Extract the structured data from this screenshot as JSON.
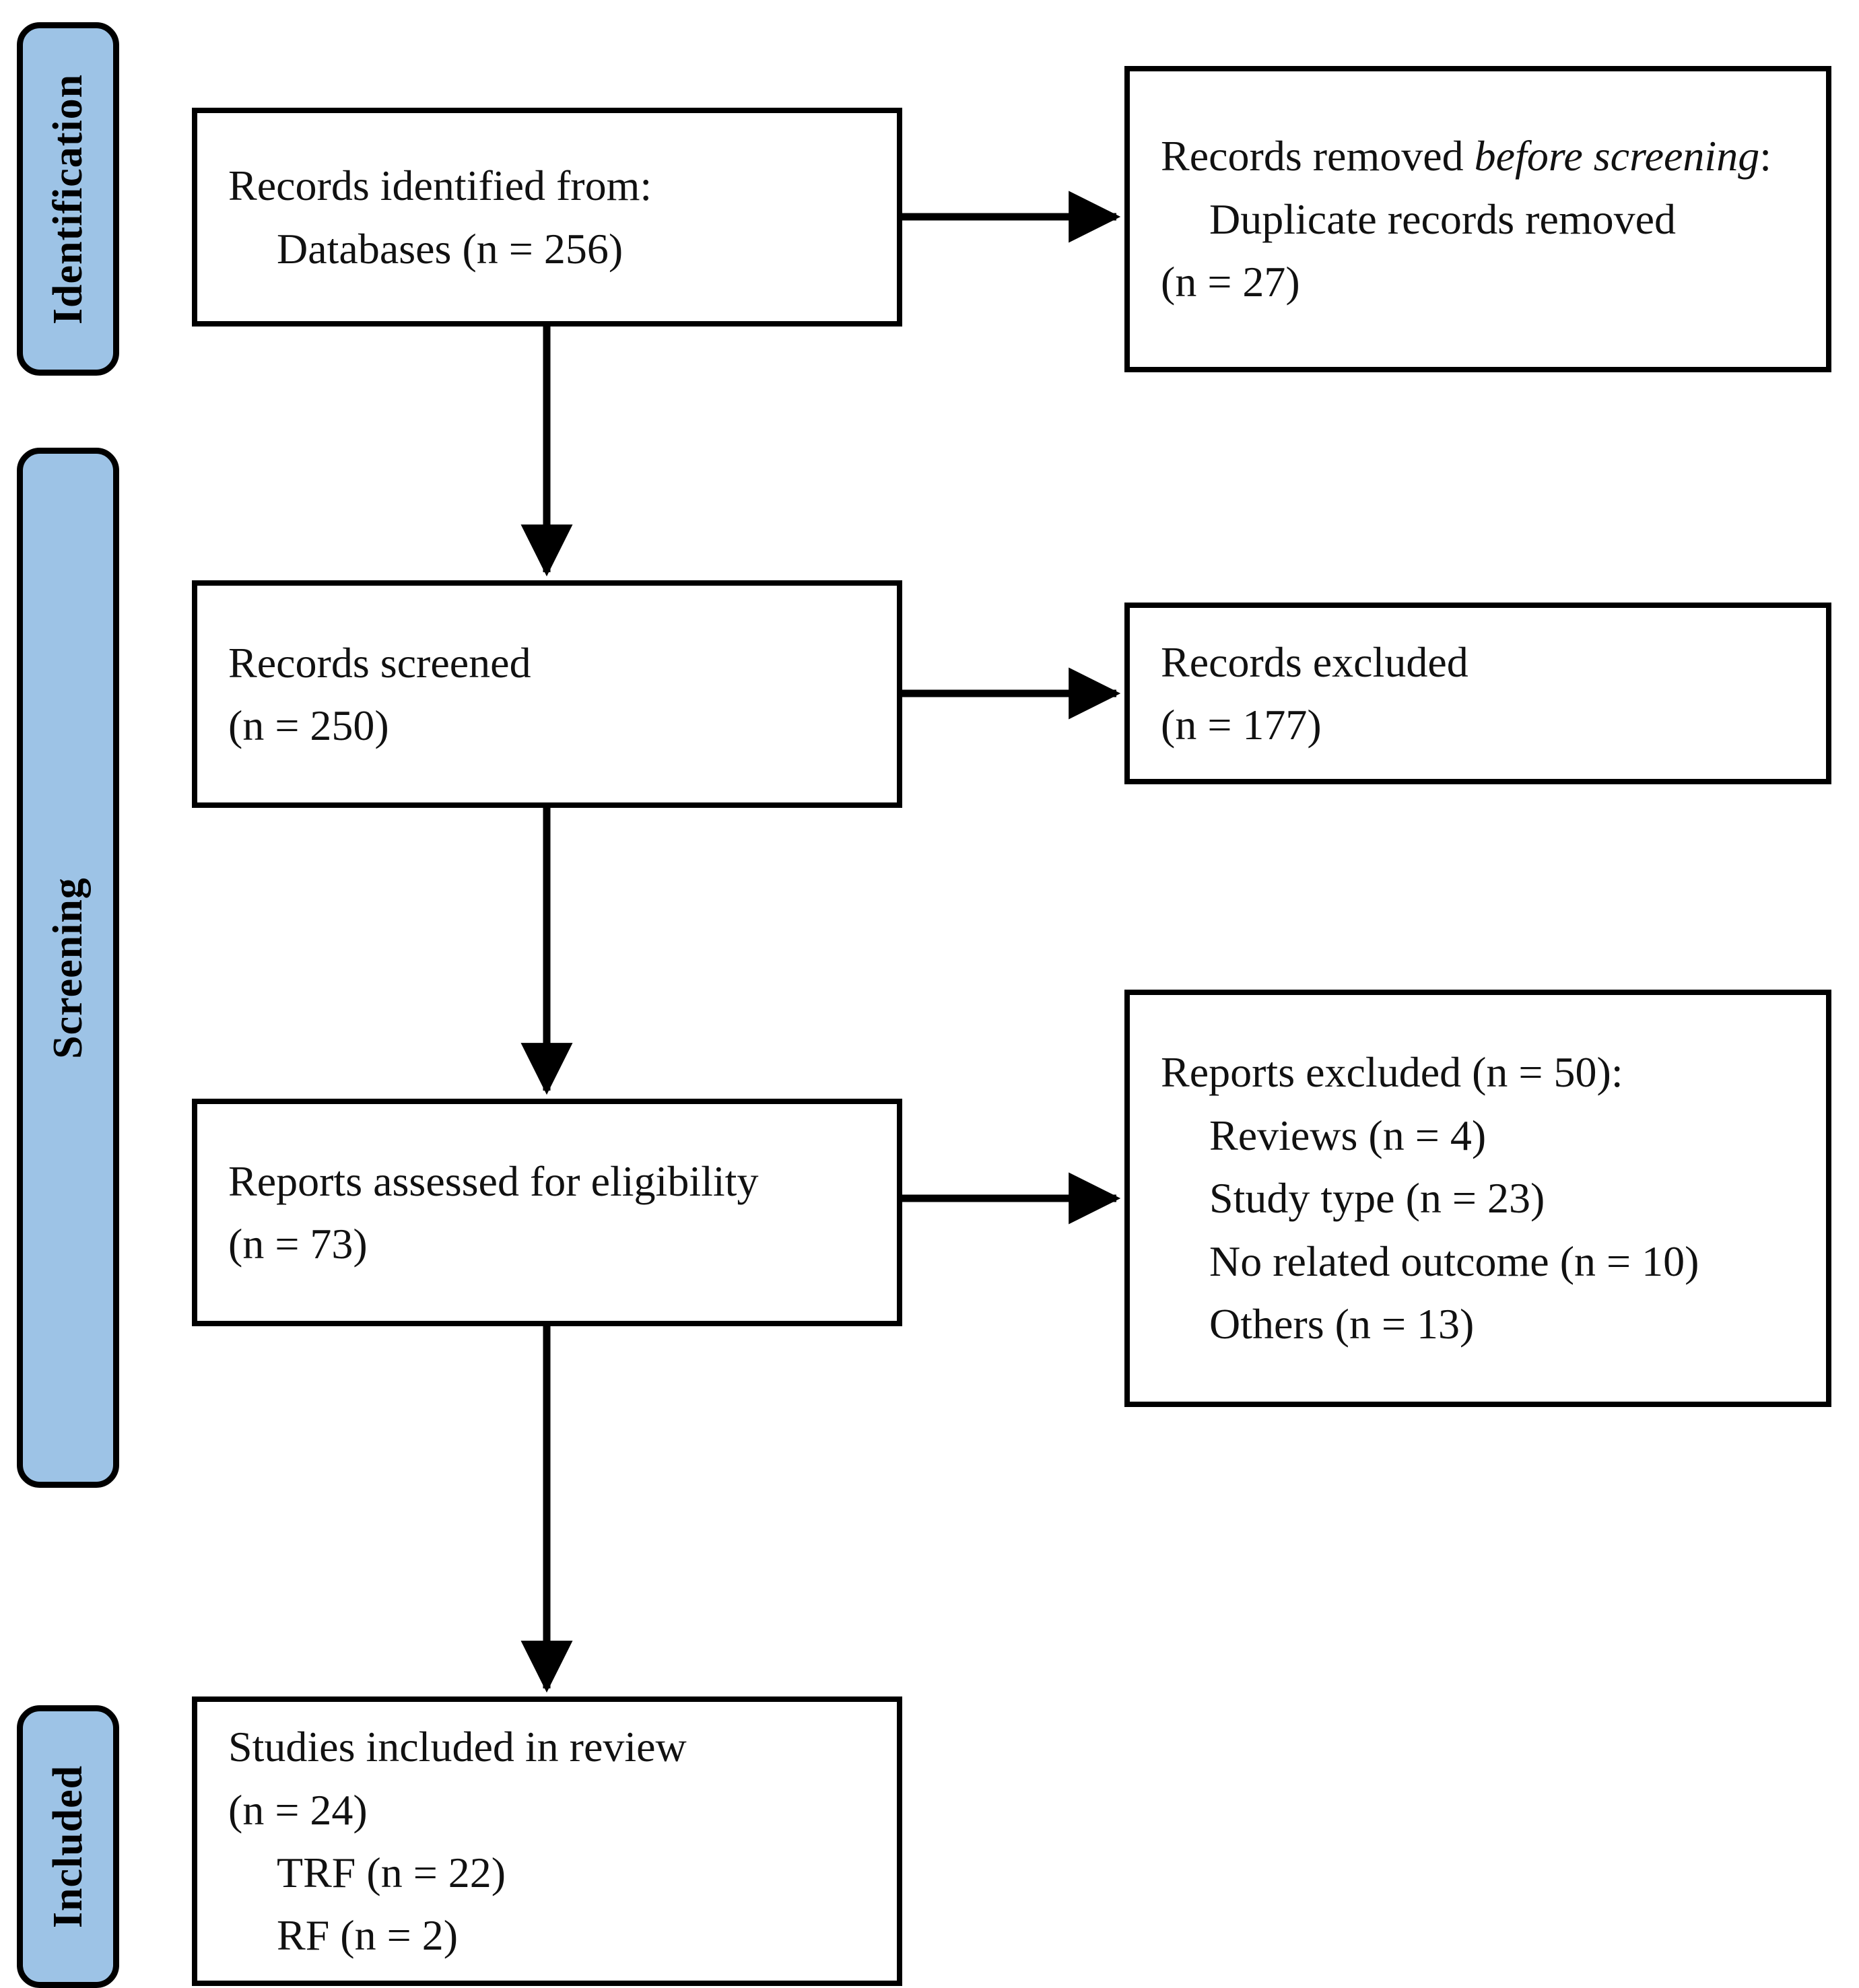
{
  "diagram": {
    "type": "prisma-flow-diagram",
    "colors": {
      "stage_band_fill": "#9DC3E6",
      "stroke": "#000000",
      "box_fill": "#FFFFFF"
    },
    "stages": [
      {
        "id": "identification",
        "label": "Identification"
      },
      {
        "id": "screening",
        "label": "Screening"
      },
      {
        "id": "included",
        "label": "Included"
      }
    ],
    "boxes": {
      "identified": {
        "lines": [
          {
            "text": "Records identified from:",
            "indent": 0
          },
          {
            "text": "Databases (n = 256)",
            "indent": 1
          }
        ]
      },
      "removed": {
        "lines": [
          {
            "text_before": "Records removed ",
            "text_italic": "before screening",
            "text_after": ":",
            "indent": 0
          },
          {
            "text": "Duplicate records removed",
            "indent": 1
          },
          {
            "text": "(n = 27)",
            "indent": 0
          }
        ]
      },
      "screened": {
        "lines": [
          {
            "text": "Records screened",
            "indent": 0
          },
          {
            "text": "(n = 250)",
            "indent": 0
          }
        ]
      },
      "excluded": {
        "lines": [
          {
            "text": "Records excluded",
            "indent": 0
          },
          {
            "text": "(n = 177)",
            "indent": 0
          }
        ]
      },
      "eligibility": {
        "lines": [
          {
            "text": "Reports assessed for eligibility",
            "indent": 0
          },
          {
            "text": "(n = 73)",
            "indent": 0
          }
        ]
      },
      "reports_excluded": {
        "lines": [
          {
            "text": "Reports excluded (n = 50):",
            "indent": 0
          },
          {
            "text": "Reviews (n = 4)",
            "indent": 1
          },
          {
            "text": "Study type (n = 23)",
            "indent": 1
          },
          {
            "text": "No related outcome (n = 10)",
            "indent": 1
          },
          {
            "text": "Others (n = 13)",
            "indent": 1
          }
        ]
      },
      "included": {
        "lines": [
          {
            "text": "Studies included in review",
            "indent": 0
          },
          {
            "text": "(n = 24)",
            "indent": 0
          },
          {
            "text": "TRF (n = 22)",
            "indent": 1
          },
          {
            "text": "RF (n = 2)",
            "indent": 1
          }
        ]
      }
    },
    "chart_data": {
      "type": "flow",
      "title": "PRISMA 2020 flow diagram",
      "nodes": [
        {
          "id": "identified",
          "stage": "Identification",
          "label": "Records identified from: Databases",
          "n": 256
        },
        {
          "id": "removed",
          "stage": "Identification",
          "label": "Records removed before screening: Duplicate records removed",
          "n": 27
        },
        {
          "id": "screened",
          "stage": "Screening",
          "label": "Records screened",
          "n": 250
        },
        {
          "id": "excluded",
          "stage": "Screening",
          "label": "Records excluded",
          "n": 177
        },
        {
          "id": "eligibility",
          "stage": "Screening",
          "label": "Reports assessed for eligibility",
          "n": 73
        },
        {
          "id": "reports_excluded",
          "stage": "Screening",
          "label": "Reports excluded",
          "n": 50,
          "breakdown": [
            {
              "label": "Reviews",
              "n": 4
            },
            {
              "label": "Study type",
              "n": 23
            },
            {
              "label": "No related outcome",
              "n": 10
            },
            {
              "label": "Others",
              "n": 13
            }
          ]
        },
        {
          "id": "included",
          "stage": "Included",
          "label": "Studies included in review",
          "n": 24,
          "breakdown": [
            {
              "label": "TRF",
              "n": 22
            },
            {
              "label": "RF",
              "n": 2
            }
          ]
        }
      ],
      "edges": [
        {
          "from": "identified",
          "to": "removed",
          "direction": "right"
        },
        {
          "from": "identified",
          "to": "screened",
          "direction": "down"
        },
        {
          "from": "screened",
          "to": "excluded",
          "direction": "right"
        },
        {
          "from": "screened",
          "to": "eligibility",
          "direction": "down"
        },
        {
          "from": "eligibility",
          "to": "reports_excluded",
          "direction": "right"
        },
        {
          "from": "eligibility",
          "to": "included",
          "direction": "down"
        }
      ]
    }
  }
}
